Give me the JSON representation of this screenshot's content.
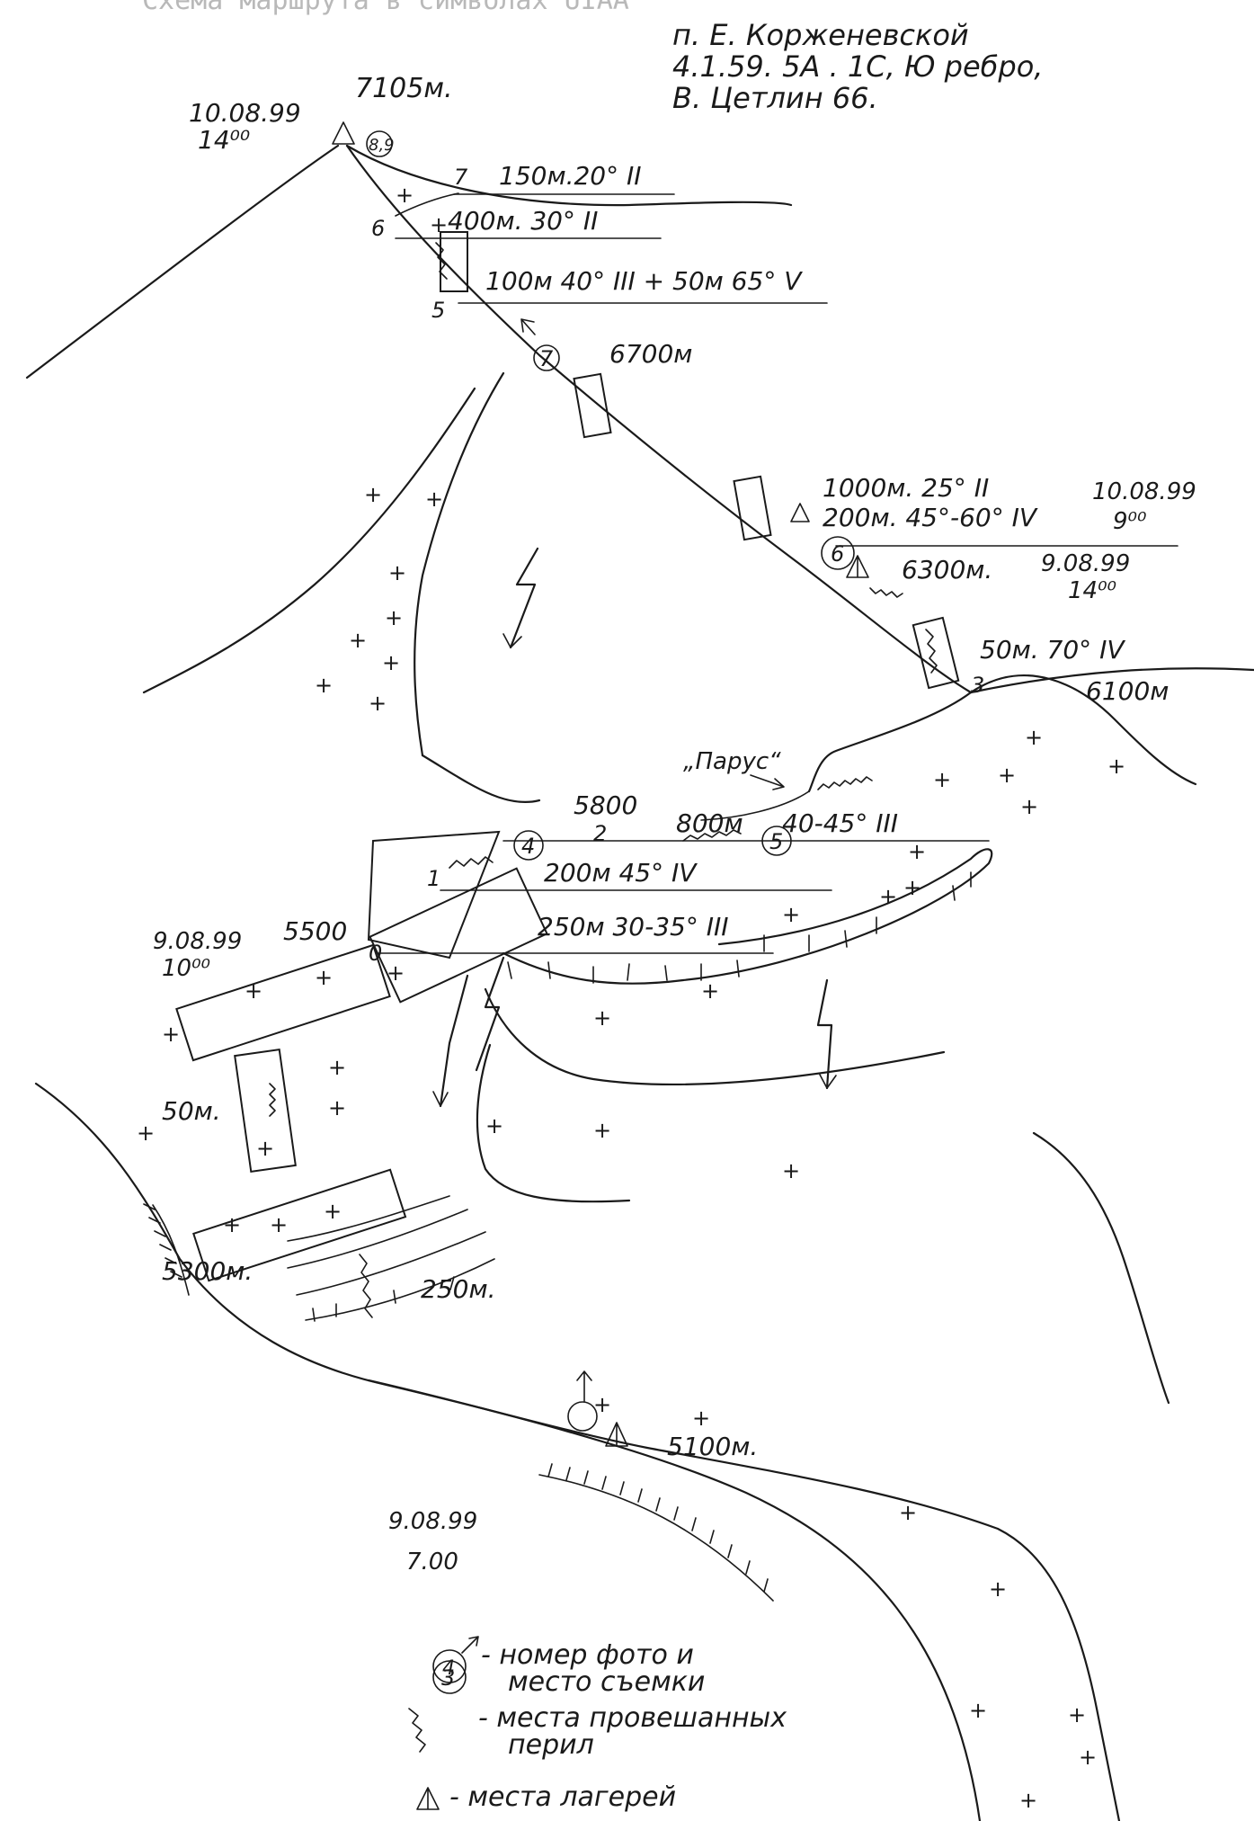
{
  "header_faded": "Схема маршрута в символах UIAA",
  "route_info": {
    "line1": "п. Е. Корженевской",
    "line2": "4.1.59.  5А . 1С, Ю ребро,",
    "line3": "В. Цетлин 66."
  },
  "summit": {
    "altitude": "7105м.",
    "date": "10.08.99",
    "time": "14⁰⁰",
    "photo": "8,9"
  },
  "segments": {
    "s7": "150м.20° II",
    "s6": "400м. 30° II",
    "s5": "100м 40° III + 50м 65° V",
    "s3": "1000м. 25° II",
    "s3b": "200м. 45°-60° IV",
    "s2": "50м. 70° IV",
    "s1a": "800м",
    "s1b": "40-45° III",
    "s1c": "200м 45° IV",
    "s0": "250м  30-35° III",
    "fixed": "50м.",
    "rocks": "250м."
  },
  "points": {
    "p7": "7",
    "p6": "6",
    "p5": "5",
    "p3": "3",
    "p2": "2",
    "p1": "1",
    "p0": "0"
  },
  "photos": {
    "ph7": "7",
    "ph6": "6",
    "ph5": "5",
    "ph4": "4",
    "ph3": "3"
  },
  "altitudes": {
    "a6700": "6700м",
    "a6300": "6300м.",
    "a6100": "6100м",
    "a5800": "5800",
    "a5500": "5500",
    "a5300": "5300м.",
    "a5100": "5100м."
  },
  "camps": {
    "c1_date": "10.08.99",
    "c1_time": "9⁰⁰",
    "c2_date": "9.08.99",
    "c2_time": "14⁰⁰",
    "c3_date": "9.08.99",
    "c3_time": "10⁰⁰",
    "c4_date": "9.08.99",
    "c4_time": "7.00"
  },
  "parus_label": "„Парус“",
  "legend": {
    "photo_line1": "- номер фото и",
    "photo_line2": "место съемки",
    "photo_sample": "4",
    "ropes_line1": "- места провешанных",
    "ropes_line2": "перил",
    "camp_line": "- места лагерей"
  }
}
